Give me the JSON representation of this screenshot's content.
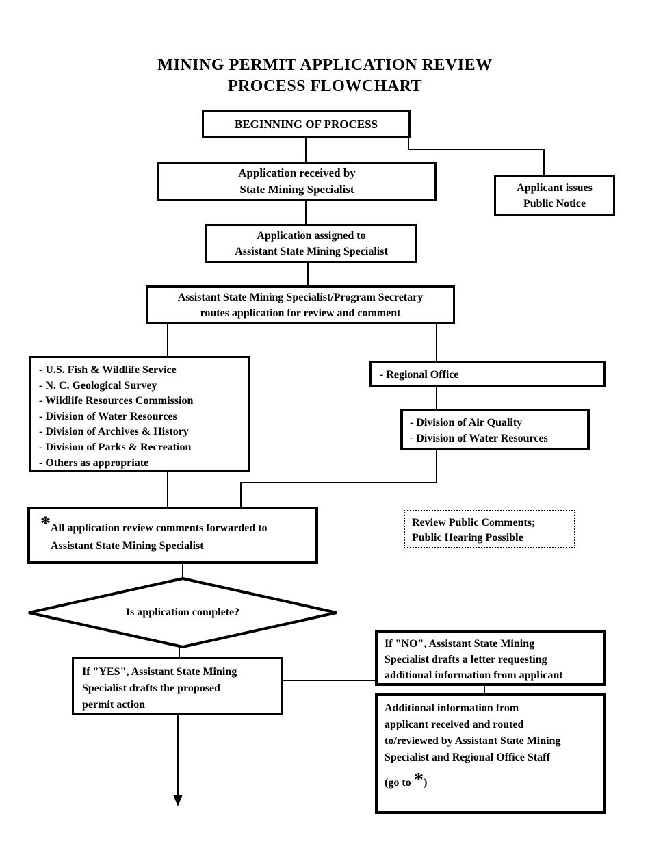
{
  "title": {
    "line1": "MINING PERMIT APPLICATION REVIEW",
    "line2": "PROCESS FLOWCHART"
  },
  "nodes": {
    "beginning": {
      "label": "BEGINNING OF PROCESS"
    },
    "received": {
      "lines": [
        "Application received by",
        "State Mining Specialist"
      ]
    },
    "public_notice": {
      "lines": [
        "Applicant issues",
        "Public Notice"
      ]
    },
    "assigned": {
      "lines": [
        "Application assigned to",
        "Assistant State Mining Specialist"
      ]
    },
    "routes": {
      "lines": [
        "Assistant State Mining Specialist/Program Secretary",
        "routes application for review and comment"
      ]
    },
    "agency_list": {
      "lines": [
        "- U.S. Fish & Wildlife Service",
        "- N. C. Geological Survey",
        "- Wildlife Resources Commission",
        "- Division of Water Resources",
        "- Division of Archives & History",
        "- Division of Parks & Recreation",
        "- Others as appropriate"
      ]
    },
    "regional_office": {
      "label": "- Regional Office"
    },
    "air_water": {
      "lines": [
        "- Division of Air Quality",
        "- Division of Water Resources"
      ]
    },
    "comments_forwarded": {
      "asterisk": "*",
      "lines": [
        "All application review comments forwarded  to",
        "Assistant State Mining Specialist"
      ]
    },
    "public_comments": {
      "lines": [
        "Review Public Comments;",
        "Public Hearing Possible"
      ]
    },
    "decision": {
      "label": "Is application complete?"
    },
    "yes_branch": {
      "lines": [
        "If \"YES\", Assistant State Mining",
        "Specialist drafts the proposed",
        "permit action"
      ]
    },
    "no_branch": {
      "lines": [
        "If \"NO\", Assistant State Mining",
        "Specialist drafts a letter requesting",
        "additional information from applicant"
      ]
    },
    "additional_info": {
      "lines": [
        "Additional information from",
        "applicant received and routed",
        "to/reviewed by Assistant State Mining",
        "Specialist and Regional Office Staff"
      ],
      "goto_prefix": "(go to ",
      "goto_asterisk": "*",
      "goto_suffix": ")"
    }
  },
  "colors": {
    "ink": "#000000",
    "background": "#ffffff"
  }
}
